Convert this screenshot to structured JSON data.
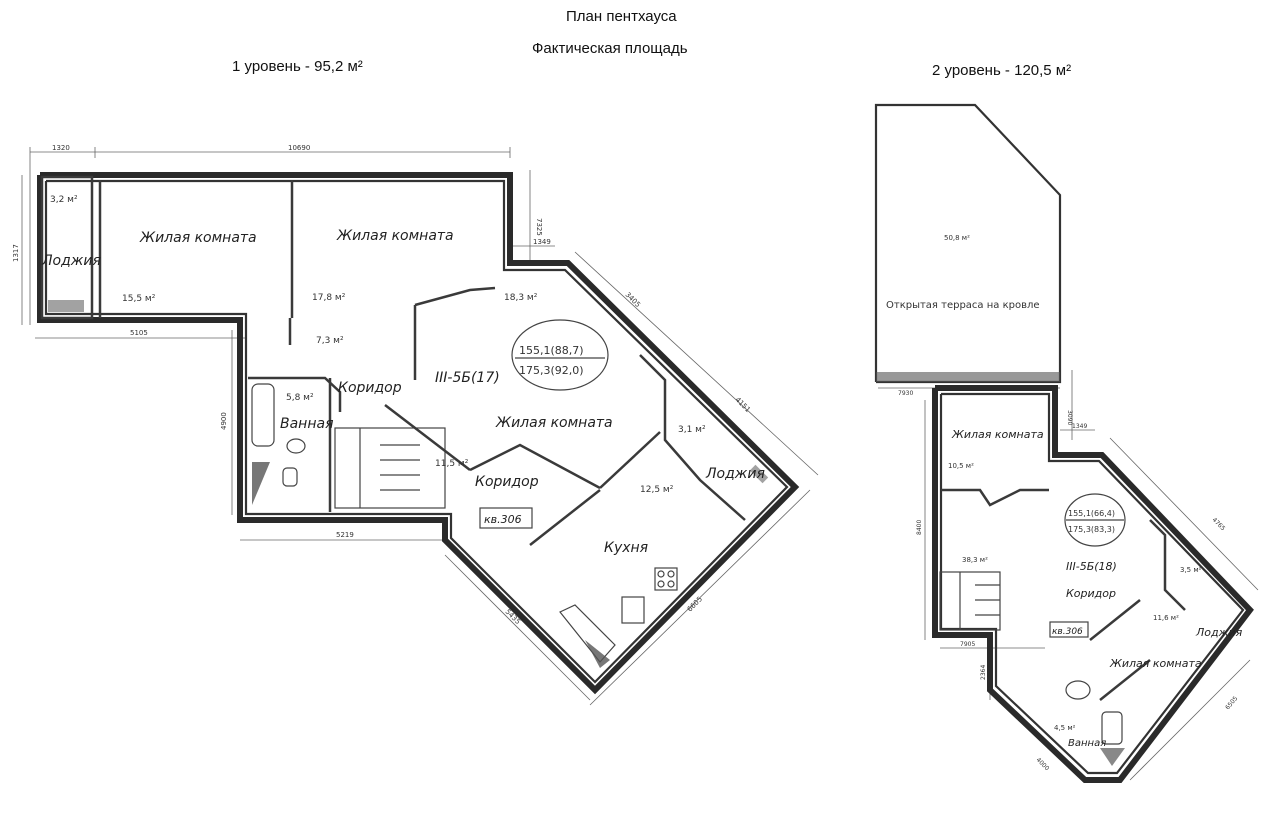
{
  "header": {
    "title": "План пентхауса",
    "subtitle": "Фактическая площадь",
    "level1": "1 уровень - 95,2 м²",
    "level2": "2 уровень - 120,5 м²"
  },
  "level1": {
    "rooms": {
      "loggia_left_area": "3,2 м²",
      "loggia_left_label": "Лоджия",
      "living1_label": "Жилая комната",
      "living1_area": "15,5 м²",
      "living2_label": "Жилая комната",
      "living2_area": "17,8 м²",
      "hall_area": "7,3 м²",
      "corridor1_label": "Коридор",
      "bath_area": "5,8 м²",
      "bath_label": "Ванная",
      "stair_area": "11,5 м²",
      "corridor2_label": "Коридор",
      "apt_no": "кв.306",
      "living3_area": "18,3 м²",
      "living3_label": "Жилая комната",
      "section_code": "III-5Б(17)",
      "area_top": "155,1(88,7)",
      "area_bottom": "175,3(92,0)",
      "loggia_right_area": "3,1 м²",
      "loggia_right_label": "Лоджия",
      "kitchen_area": "12,5 м²",
      "kitchen_label": "Кухня"
    },
    "dims": {
      "d_1320": "1320",
      "d_10690": "10690",
      "d_1317": "1317",
      "d_5105": "5105",
      "d_4900": "4900",
      "d_5219": "5219",
      "d_7325": "7325",
      "d_1349": "1349",
      "d_3405": "3405",
      "d_4151": "4151",
      "d_5435": "5435",
      "d_6605": "6605"
    }
  },
  "level2": {
    "rooms": {
      "terrace_area": "50,8 м²",
      "terrace_label": "Открытая терраса на кровле",
      "living1_label": "Жилая комната",
      "living1_area": "10,5 м²",
      "stair_area": "38,3 м²",
      "area_top": "155,1(66,4)",
      "area_bottom": "175,3(83,3)",
      "section_code": "III-5Б(18)",
      "corridor_label": "Коридор",
      "apt_no": "кв.306",
      "loggia_area": "3,5 м²",
      "loggia_label": "Лоджия",
      "living2_area": "11,6 м²",
      "living2_label": "Жилая комната",
      "bath_area": "4,5 м²",
      "bath_label": "Ванная"
    },
    "dims": {
      "d_7930": "7930",
      "d_3090": "3090",
      "d_1349": "1349",
      "d_8400": "8400",
      "d_7905": "7905",
      "d_2364": "2364",
      "d_4765": "4765",
      "d_6505": "6505",
      "d_4000": "4000"
    }
  }
}
